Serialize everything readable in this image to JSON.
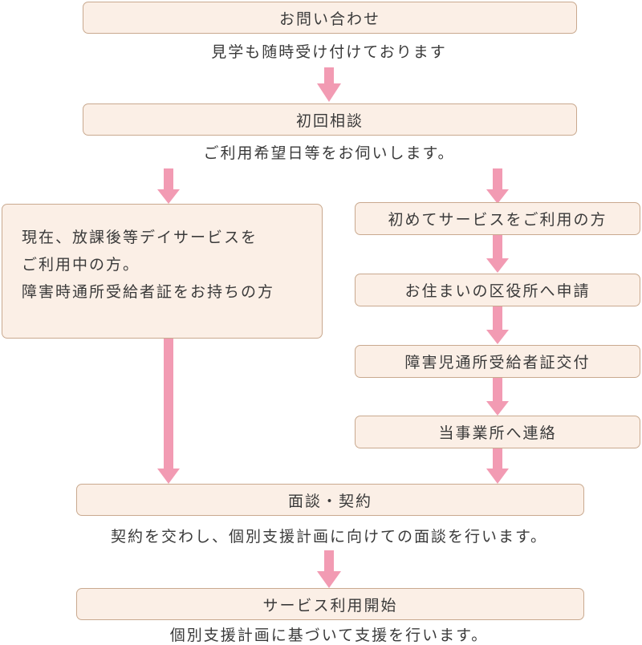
{
  "colors": {
    "box_fill": "#fbefe6",
    "box_border": "#c9a98f",
    "arrow": "#f29bb3",
    "text": "#3a3a3a"
  },
  "steps": {
    "inquiry": {
      "label": "お問い合わせ",
      "note": "見学も随時受け付けております"
    },
    "initial_consult": {
      "label": "初回相談",
      "note": "ご利用希望日等をお伺いします。"
    },
    "existing_users": {
      "lines": [
        "現在、放課後等デイサービスを",
        "ご利用中の方。",
        "障害時通所受給者証をお持ちの方"
      ]
    },
    "first_time": {
      "label": "初めてサービスをご利用の方"
    },
    "ward_office": {
      "label": "お住まいの区役所へ申請"
    },
    "certificate": {
      "label": "障害児通所受給者証交付"
    },
    "contact_office": {
      "label": "当事業所へ連絡"
    },
    "interview": {
      "label": "面談・契約",
      "note": "契約を交わし、個別支援計画に向けての面談を行います。"
    },
    "start": {
      "label": "サービス利用開始",
      "note": "個別支援計画に基づいて支援を行います。"
    }
  }
}
